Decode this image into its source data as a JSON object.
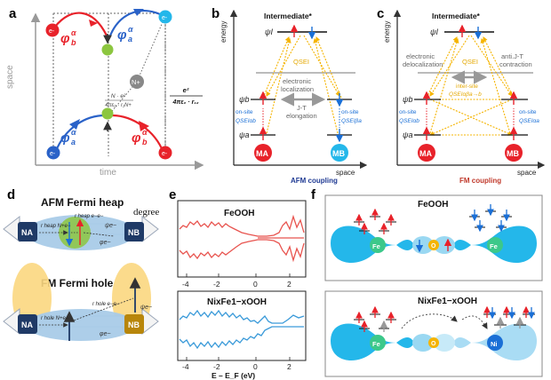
{
  "panels": {
    "a": {
      "label": "a",
      "space_axis": "space",
      "time_axis": "time",
      "phi_b_top": "φ",
      "phi_b_top_sup": "α",
      "phi_b_top_sub": "b",
      "phi_a_top": "φ",
      "phi_a_top_sup": "α",
      "phi_a_top_sub": "a",
      "phi_a_bot": "φ",
      "phi_a_bot_sup": "α",
      "phi_a_bot_sub": "a",
      "phi_b_bot": "φ",
      "phi_b_bot_sup": "α",
      "phi_b_bot_sub": "b",
      "electron": "e-",
      "n_plus": "N+",
      "formula_small_num": "N · e²",
      "formula_small_den": "4πε₀ · r₁N+",
      "formula_big_num": "e²",
      "formula_big_den": "4πε₀ · r₁₂"
    },
    "b": {
      "label": "b",
      "energy_axis": "energy",
      "space_axis": "space",
      "intermediate": "Intermediate*",
      "psi_I": "ψI",
      "psi_b": "ψb",
      "psi_a": "ψa",
      "qsei": "QSEI",
      "loc_1": "electronic",
      "loc_2": "localization",
      "jt_1": "J-T",
      "jt_2": "elongation",
      "onsite_left": "on-site",
      "onsite_left_q": "QSEIαb",
      "onsite_right": "on-site",
      "onsite_right_q": "QSEIβa",
      "ma": "MA",
      "mb": "MB",
      "coupling": "AFM coupling",
      "coupling_color": "#1f3a93"
    },
    "c": {
      "label": "c",
      "energy_axis": "energy",
      "space_axis": "space",
      "intermediate": "Intermediate*",
      "psi_I": "ψI",
      "psi_b": "ψb",
      "psi_a": "ψa",
      "qsei": "QSEI",
      "deloc_1": "electronic",
      "deloc_2": "delocalization",
      "ajt_1": "anti.J-T",
      "ajt_2": "contraction",
      "inter_1": "inter-site",
      "inter_2": "QSEIαβa→b",
      "onsite_left": "on-site",
      "onsite_left_q": "QSEIαb",
      "onsite_right": "on-site",
      "onsite_right_q": "QSEIαa",
      "ma": "MA",
      "mb": "MB",
      "coupling": "FM coupling",
      "coupling_color": "#c0392b"
    },
    "d": {
      "label": "d",
      "afm_title": "AFM Fermi heap",
      "fm_title": "FM Fermi hole",
      "degree": "degree",
      "na": "NA",
      "nb": "NB",
      "r_heap_n": "r heap N+e−",
      "r_heap_ee": "r heap e−e−",
      "r_hole_n": "r hole N+e−",
      "r_hole_ee": "r hole e−e−",
      "psi_e": "ψe−",
      "phi_e": "φe−"
    },
    "e": {
      "label": "e",
      "xlabel": "E – E_F (eV)",
      "top_title": "FeOOH",
      "bottom_title": "NixFe1−xOOH",
      "xticks": [
        "-4",
        "-2",
        "0",
        "2"
      ],
      "top_color": "#e8544f",
      "bottom_color": "#3a9ad9"
    },
    "f": {
      "label": "f",
      "top_title": "FeOOH",
      "bottom_title": "NixFe1−xOOH",
      "fe": "Fe",
      "o": "O",
      "ni": "Ni"
    }
  },
  "colors": {
    "red": "#e8222a",
    "blue": "#1a6fd6",
    "cyan": "#24b7ea",
    "green": "#8cc63f",
    "gold": "#f5b400"
  }
}
